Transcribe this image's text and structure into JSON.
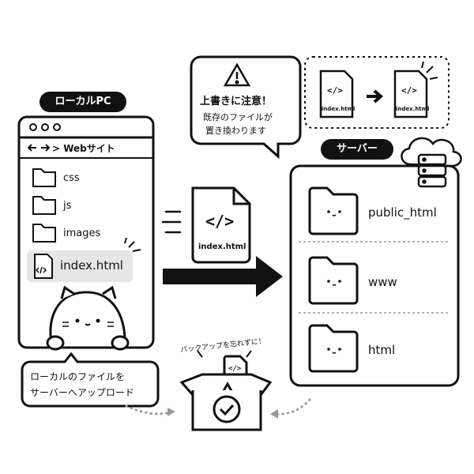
{
  "local": {
    "label": "ローカルPC",
    "breadcrumb": "> Webサイト",
    "folders": [
      "css",
      "js",
      "images"
    ],
    "file": "index.html",
    "note_line1": "ローカルのファイルを",
    "note_line2": "サーバーへアップロード"
  },
  "transfer": {
    "file_name": "index.html",
    "code_glyph": "</>"
  },
  "warning": {
    "title": "上書きに注意！",
    "line1": "既存のファイルが",
    "line2": "置き換わります",
    "file_a": "index.html",
    "file_b": "index.html"
  },
  "server": {
    "label": "サーバー",
    "folders": [
      "public_html",
      "www",
      "html"
    ]
  },
  "backup": {
    "text": "バックアップを忘れずに！"
  }
}
